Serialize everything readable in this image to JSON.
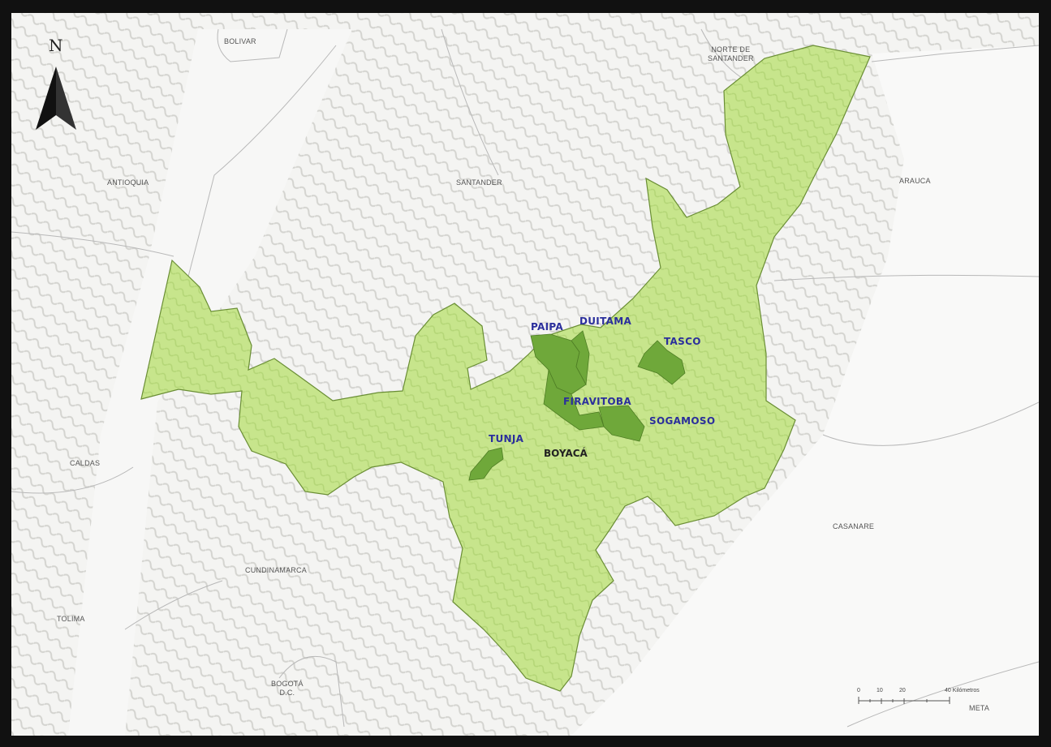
{
  "map": {
    "north_symbol": "N",
    "north_icon": "north-arrow-icon",
    "colors": {
      "background": "#f4f4f2",
      "relief": "#d9d9d6",
      "region_fill": "#c7e58c",
      "region_stroke": "#5a7d2a",
      "municipality_fill": "#6fa83a",
      "municipality_label": "#2b2f9c",
      "frame": "#111111"
    },
    "region_label": "BOYACÁ",
    "departments": [
      {
        "key": "bolivar",
        "name": "BOLIVAR"
      },
      {
        "key": "norte",
        "name": "NORTE DE\nSANTANDER"
      },
      {
        "key": "antioquia",
        "name": "ANTIOQUIA"
      },
      {
        "key": "santander",
        "name": "SANTANDER"
      },
      {
        "key": "arauca",
        "name": "ARAUCA"
      },
      {
        "key": "caldas",
        "name": "CALDAS"
      },
      {
        "key": "casanare",
        "name": "CASANARE"
      },
      {
        "key": "cundinamarca",
        "name": "CUNDINAMARCA"
      },
      {
        "key": "tolima",
        "name": "TOLIMA"
      },
      {
        "key": "bogota",
        "name": "BOGOTÁ\nD.C."
      },
      {
        "key": "meta",
        "name": "META"
      }
    ],
    "municipalities": [
      {
        "key": "paipa",
        "name": "PAIPA"
      },
      {
        "key": "duitama",
        "name": "DUITAMA"
      },
      {
        "key": "tasco",
        "name": "TASCO"
      },
      {
        "key": "firavitoba",
        "name": "FIRAVITOBA"
      },
      {
        "key": "sogamoso",
        "name": "SOGAMOSO"
      },
      {
        "key": "tunja",
        "name": "TUNJA"
      }
    ],
    "scale": {
      "ticks": [
        "0",
        "10",
        "20",
        "40 Kilómetros"
      ]
    }
  }
}
